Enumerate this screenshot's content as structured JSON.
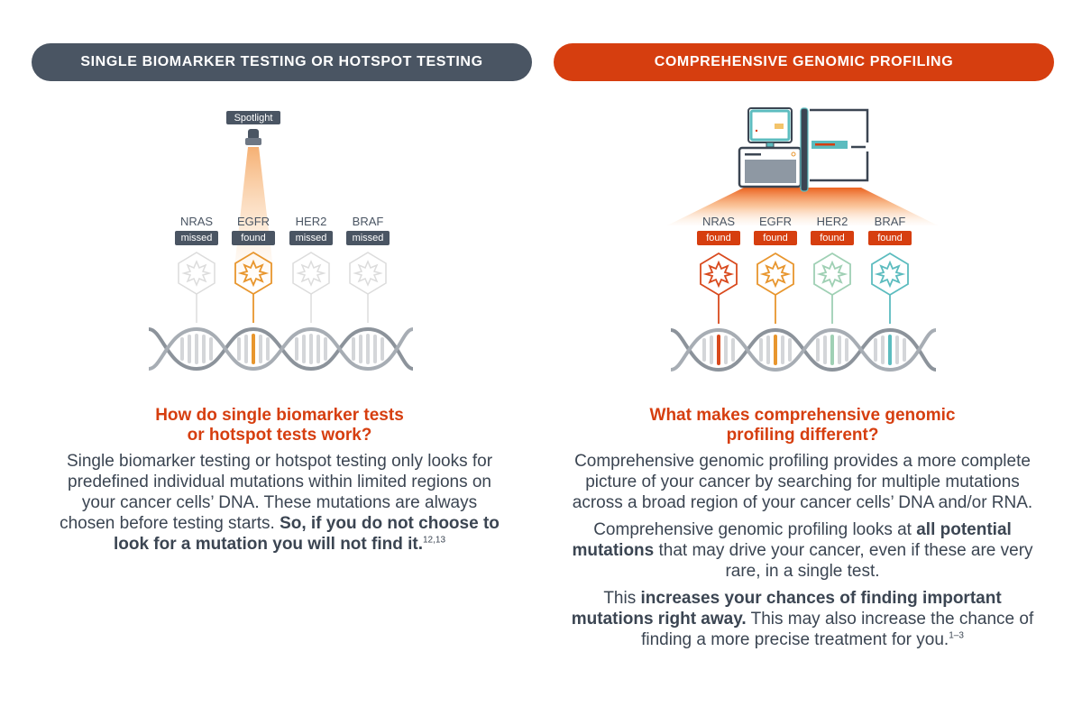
{
  "left_panel": {
    "header": "SINGLE BIOMARKER TESTING OR HOTSPOT TESTING",
    "header_color": "#4a5563",
    "spotlight_label": "Spotlight",
    "genes": [
      {
        "name": "NRAS",
        "status": "missed",
        "highlight_color": "#dcdcdc"
      },
      {
        "name": "EGFR",
        "status": "found",
        "highlight_color": "#e8962e"
      },
      {
        "name": "HER2",
        "status": "missed",
        "highlight_color": "#dcdcdc"
      },
      {
        "name": "BRAF",
        "status": "missed",
        "highlight_color": "#dcdcdc"
      }
    ],
    "question": [
      "How do single biomarker tests",
      "or hotspot tests work?"
    ],
    "body": {
      "plain": "Single biomarker testing or hotspot testing only looks for predefined individual mutations within limited regions on your cancer cells’ DNA. These mutations are always chosen before testing starts. ",
      "bold": "So, if you do not choose to look for a mutation you will not find it.",
      "ref": "12,13"
    }
  },
  "right_panel": {
    "header": "COMPREHENSIVE GENOMIC PROFILING",
    "header_color": "#d63e0f",
    "genes": [
      {
        "name": "NRAS",
        "status": "found",
        "highlight_color": "#d94a1e"
      },
      {
        "name": "EGFR",
        "status": "found",
        "highlight_color": "#e8962e"
      },
      {
        "name": "HER2",
        "status": "found",
        "highlight_color": "#9fd0b4"
      },
      {
        "name": "BRAF",
        "status": "found",
        "highlight_color": "#5cbcbf"
      }
    ],
    "question": [
      "What makes comprehensive genomic",
      "profiling different?"
    ],
    "paragraphs": [
      {
        "plain_before": "Comprehensive genomic profiling provides a more complete picture of your cancer by searching for multiple mutations across a broad region of your cancer cells’ DNA and/or RNA.",
        "bold": "",
        "plain_after": "",
        "ref": ""
      },
      {
        "plain_before": "Comprehensive genomic profiling looks at ",
        "bold": "all potential mutations",
        "plain_after": " that may drive your cancer, even if these are very rare, in a single test.",
        "ref": ""
      },
      {
        "plain_before": "This ",
        "bold": "increases your chances of finding important mutations right away.",
        "plain_after": " This may also increase the chance of finding a more precise treatment for you.",
        "ref": "1–3"
      }
    ]
  },
  "icons": {
    "spotlight": "spotlight-lamp-icon",
    "sequencer": "sequencing-machine-icon",
    "mutation": "hexagon-star-mutation-icon",
    "dna": "dna-helix-icon"
  }
}
